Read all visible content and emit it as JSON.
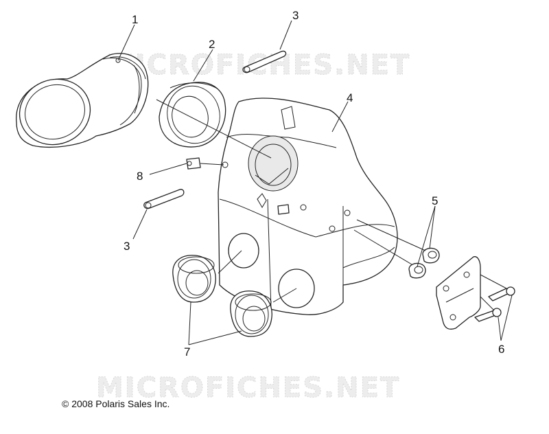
{
  "watermark": {
    "top": "MICROFICHES.NET",
    "bottom": "MICROFICHES.NET"
  },
  "callouts": {
    "c1": "1",
    "c2": "2",
    "c3a": "3",
    "c3b": "3",
    "c4": "4",
    "c5": "5",
    "c6": "6",
    "c7": "7",
    "c8": "8"
  },
  "copyright": "© 2008 Polaris Sales Inc."
}
